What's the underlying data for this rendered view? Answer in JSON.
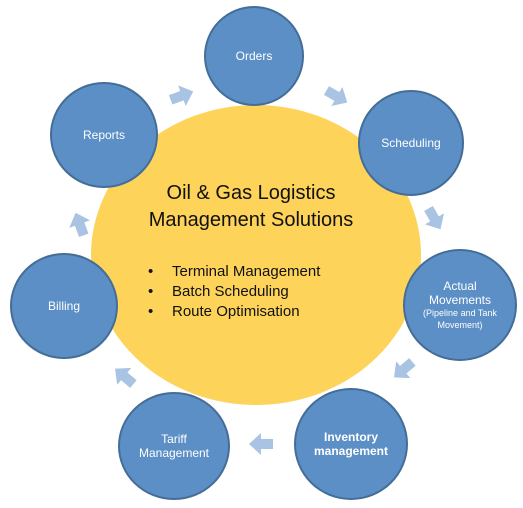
{
  "diagram": {
    "title_line1": "Oil & Gas Logistics",
    "title_line2": "Management Solutions",
    "bullets": [
      "Terminal Management",
      "Batch Scheduling",
      "Route Optimisation"
    ],
    "bullet_glyph": "•",
    "nodes": {
      "orders": {
        "label": "Orders"
      },
      "scheduling": {
        "label": "Scheduling"
      },
      "actual_movements": {
        "line1": "Actual",
        "line2": "Movements",
        "line3": "(Pipeline and Tank",
        "line4": "Movement)"
      },
      "inventory": {
        "line1": "Inventory",
        "line2": "management"
      },
      "tariff": {
        "line1": "Tariff",
        "line2": "Management"
      },
      "billing": {
        "label": "Billing"
      },
      "reports": {
        "label": "Reports"
      }
    }
  },
  "colors": {
    "node_fill": "#5b8fc6",
    "node_border": "#446d98",
    "center_fill": "#fdd35a",
    "arrow_fill": "#a9c3e3"
  }
}
